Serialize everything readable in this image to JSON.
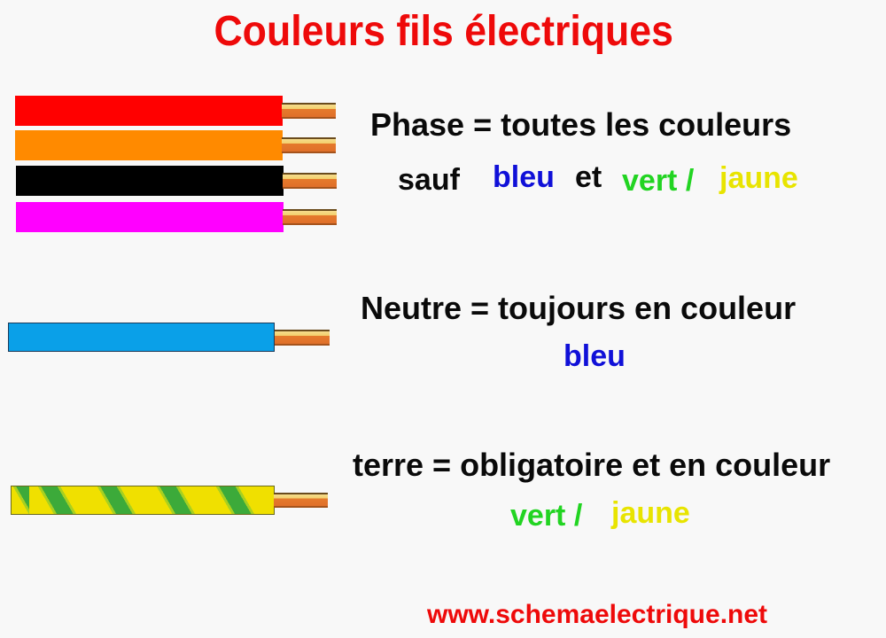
{
  "title": "Couleurs fils électriques",
  "sections": {
    "phase": {
      "line1": "Phase = toutes les couleurs",
      "line2": {
        "sauf": "sauf",
        "bleu": "bleu",
        "et": "et",
        "vert": "vert /",
        "jaune": "jaune"
      },
      "wires": [
        {
          "name": "red",
          "color": "#ff0000"
        },
        {
          "name": "orange",
          "color": "#ff8a00"
        },
        {
          "name": "black",
          "color": "#000000"
        },
        {
          "name": "magenta",
          "color": "#ff00ff"
        }
      ]
    },
    "neutre": {
      "line1": "Neutre = toujours en couleur",
      "bleu": "bleu",
      "wire_color": "#0aa0e8"
    },
    "terre": {
      "line1": "terre = obligatoire et en couleur",
      "vert": "vert /",
      "jaune": "jaune",
      "wire_colors": {
        "yellow": "#f0e000",
        "green": "#3caa3a"
      }
    }
  },
  "colors": {
    "title": "#ee0a0a",
    "blue_text": "#1010d8",
    "green_text": "#22d422",
    "yellow_text": "#e8e400",
    "body_text": "#0a0a0a"
  },
  "footer": {
    "url": "www.schemaelectrique.net"
  }
}
